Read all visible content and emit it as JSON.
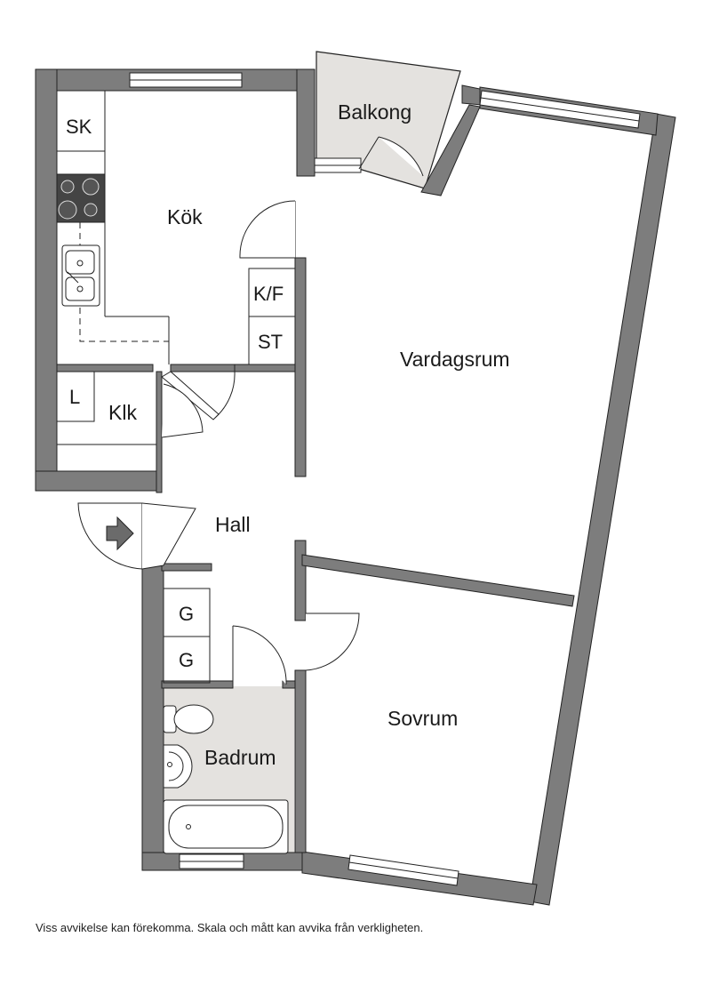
{
  "rooms": {
    "kok": "Kök",
    "vardagsrum": "Vardagsrum",
    "balkong": "Balkong",
    "klk": "Klk",
    "hall": "Hall",
    "sovrum": "Sovrum",
    "badrum": "Badrum"
  },
  "fixtures": {
    "sk": "SK",
    "kf": "K/F",
    "st": "ST",
    "l": "L",
    "g1": "G",
    "g2": "G"
  },
  "colors": {
    "wall": "#7d7d7d",
    "wet_area": "#e4e2df",
    "line": "#222222"
  },
  "icons": {
    "entrance": "entrance-arrow-icon",
    "stove": "stove-icon",
    "sink": "sink-icon",
    "toilet": "toilet-icon",
    "washbasin": "washbasin-icon",
    "bathtub": "bathtub-icon"
  },
  "disclaimer": "Viss avvikelse kan förekomma. Skala och mått kan avvika från verkligheten."
}
